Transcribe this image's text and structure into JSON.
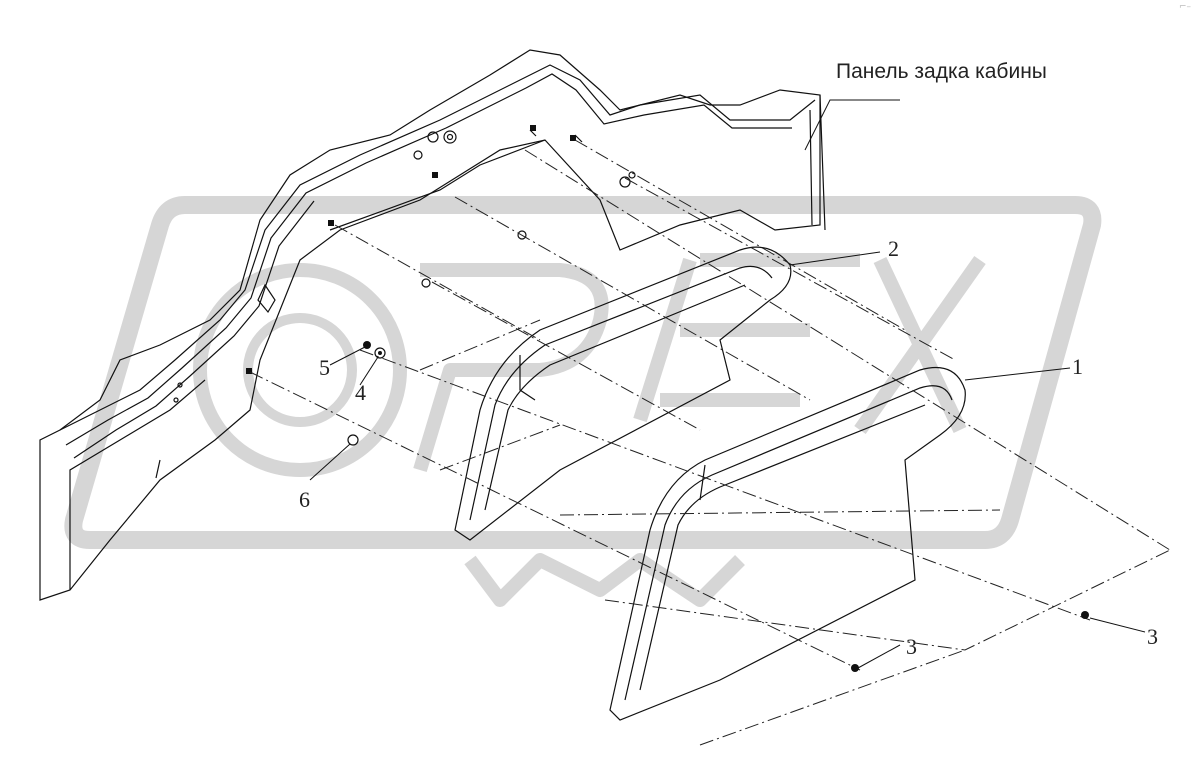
{
  "diagram": {
    "title": "Панель задка кабины",
    "corner_mark": "⌐–",
    "callouts": [
      {
        "id": "c1",
        "label": "1"
      },
      {
        "id": "c2",
        "label": "2"
      },
      {
        "id": "c3a",
        "label": "3"
      },
      {
        "id": "c3b",
        "label": "3"
      },
      {
        "id": "c4",
        "label": "4"
      },
      {
        "id": "c5",
        "label": "5"
      },
      {
        "id": "c6",
        "label": "6"
      }
    ],
    "watermark": {
      "text": "OPEX",
      "color": "#d9d9d9"
    },
    "line_color": "#111111"
  }
}
